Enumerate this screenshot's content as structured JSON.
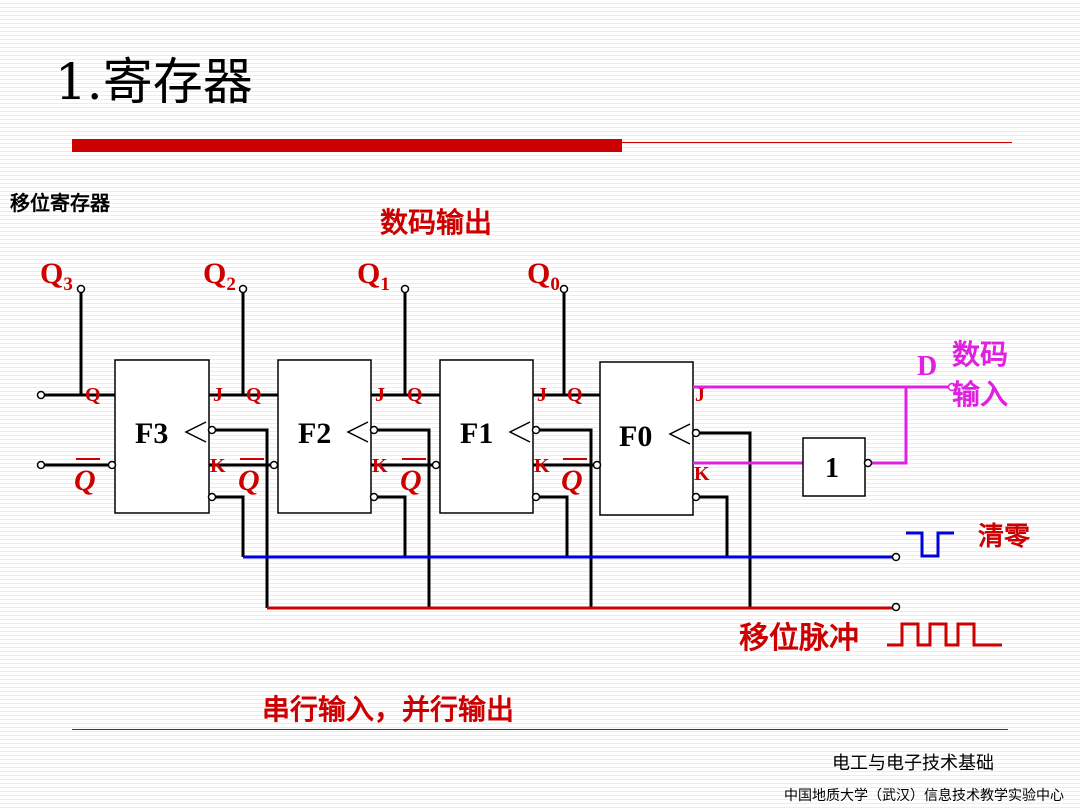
{
  "slide": {
    "title": "1.寄存器",
    "subtitle": "移位寄存器",
    "bottom_label": "串行输入，并行输出",
    "footer_course": "电工与电子技术基础",
    "footer_org": "中国地质大学（武汉）信息技术教学实验中心"
  },
  "diagram": {
    "output_label": "数码输出",
    "q_outputs": [
      {
        "base": "Q",
        "sub": "3"
      },
      {
        "base": "Q",
        "sub": "2"
      },
      {
        "base": "Q",
        "sub": "1"
      },
      {
        "base": "Q",
        "sub": "0"
      }
    ],
    "flip_flops": [
      "F3",
      "F2",
      "F1",
      "F0"
    ],
    "pin_j": "J",
    "pin_k": "K",
    "pin_q": "Q",
    "pin_qbar": "Q",
    "inverter": "1",
    "data_input_letter": "D",
    "data_input_line1": "数码",
    "data_input_line2": "输入",
    "clear_label": "清零",
    "shift_pulse_label": "移位脉冲",
    "colors": {
      "red": "#cc0000",
      "magenta": "#e020e0",
      "blue": "#0000dd",
      "wire": "#000000"
    }
  }
}
